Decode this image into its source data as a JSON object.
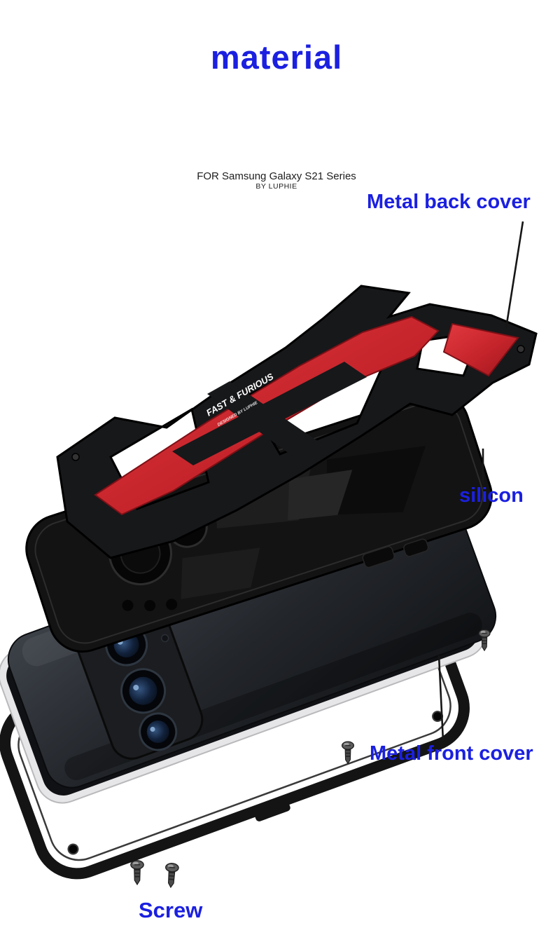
{
  "page": {
    "title": "material",
    "series_line": "FOR Samsung Galaxy S21 Series",
    "brand_line": "BY LUPHIE"
  },
  "annotations": {
    "metal_back_cover": "Metal back cover",
    "silicon": "silicon",
    "metal_front_cover": "Metal front cover",
    "screw": "Screw"
  },
  "product": {
    "plate_text_primary": "FAST & FURIOUS",
    "plate_text_secondary": "DESIGNED BY LUPHIE"
  },
  "colors": {
    "label_blue": "#1b20e0",
    "plate_red": "#c5242b",
    "case_black": "#141414",
    "background": "#ffffff"
  }
}
